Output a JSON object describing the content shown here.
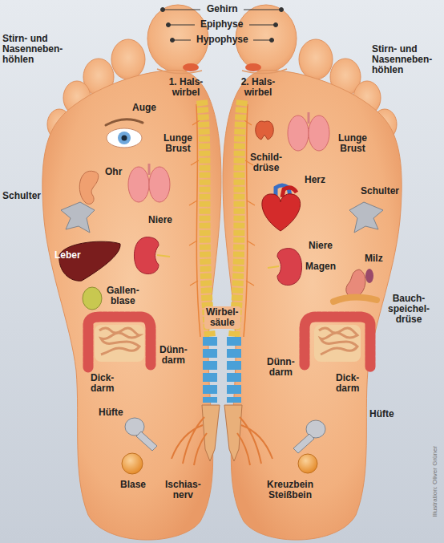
{
  "diagram": {
    "nodes": [
      {
        "text": [
          "Leber"
        ]
      }
    ],
    "labels": [
      "Gehirn",
      "Epiphyse",
      "Hypophyse",
      "Stirn- und Nasenneben- höhlen",
      "Stirn- und Nasenneben- höhlen",
      "1. Hals- wirbel",
      "2. Hals- wirbel",
      "Auge",
      "Lunge Brust",
      "Schild- drüse",
      "Lunge Brust",
      "Ohr",
      "Herz",
      "Schulter",
      "Schulter",
      "Niere",
      "Niere",
      "Milz",
      "Magen",
      "Gallen- blase",
      "Bauch- speichel- drüse",
      "Wirbel- säule",
      "Dünn- darm",
      "Dünn- darm",
      "Dick- darm",
      "Dick- darm",
      "Hüfte",
      "Hüfte",
      "Blase",
      "Ischias- nerv",
      "Kreuzbein Steißbein",
      "Illustration: Oliver Grüner"
    ]
  }
}
